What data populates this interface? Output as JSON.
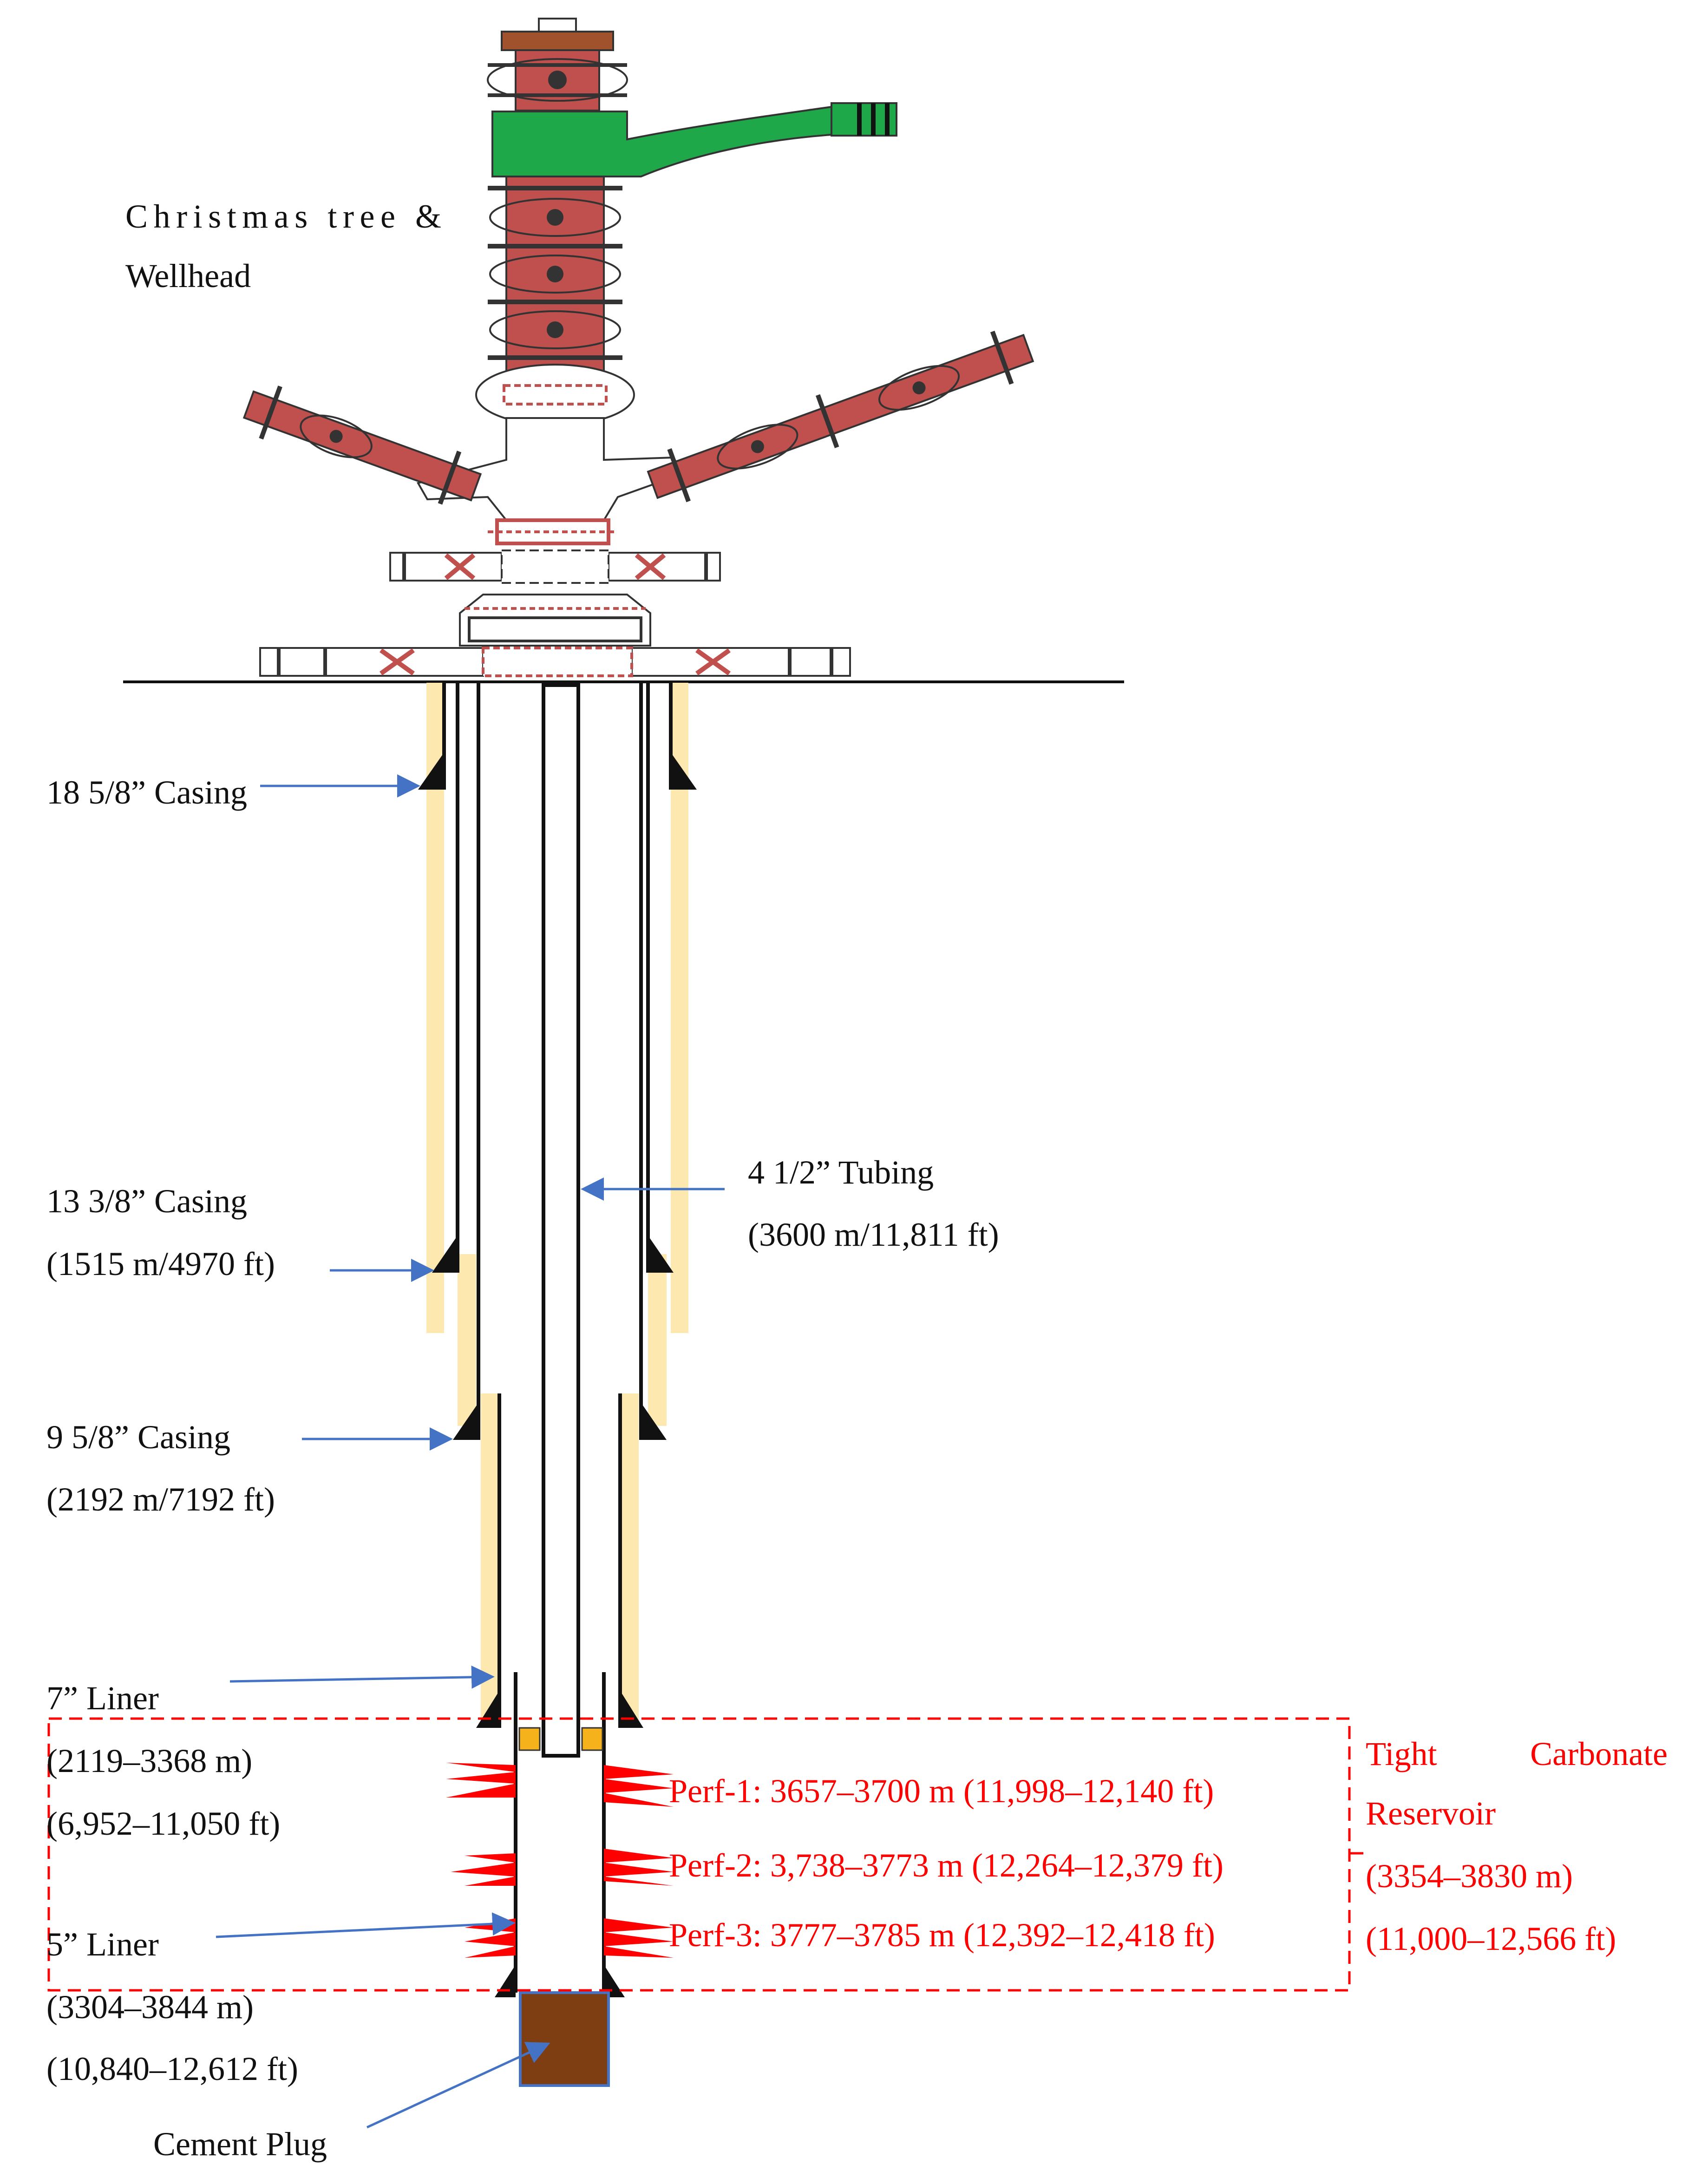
{
  "wellhead": {
    "title_line1": "Christmas tree &",
    "title_line2": "Wellhead"
  },
  "casings": {
    "c18": {
      "line1": "18 5/8” Casing"
    },
    "c13": {
      "line1": "13 3/8” Casing",
      "line2": "(1515 m/4970 ft)"
    },
    "c9": {
      "line1": "9 5/8” Casing",
      "line2": "(2192 m/7192 ft)"
    }
  },
  "tubing": {
    "line1": "4 1/2” Tubing",
    "line2": "(3600 m/11,811 ft)"
  },
  "liners": {
    "l7": {
      "line1": "7” Liner",
      "line2": "(2119–3368 m)",
      "line3": "(6,952–11,050 ft)"
    },
    "l5": {
      "line1": "5” Liner",
      "line2": "(3304–3844 m)",
      "line3": "(10,840–12,612 ft)"
    }
  },
  "perforations": [
    {
      "label": "Perf-1: 3657–3700 m (11,998–12,140 ft)"
    },
    {
      "label": "Perf-2: 3,738–3773 m (12,264–12,379 ft)"
    },
    {
      "label": "Perf-3: 3777–3785 m (12,392–12,418 ft)"
    }
  ],
  "reservoir": {
    "line1a": "Tight",
    "line1b": "Carbonate",
    "line2": "Reservoir",
    "line3": "(3354–3830 m)",
    "line4": "(11,000–12,566 ft)"
  },
  "cement_plug": {
    "label": "Cement Plug"
  },
  "colors": {
    "cement": "#fde9b0",
    "valve": "#c0504d",
    "flowline": "#1fa84a",
    "perf": "#ff0000",
    "plug": "#7f3d12",
    "arrow": "#4472c4",
    "packer": "#f5b21a"
  }
}
